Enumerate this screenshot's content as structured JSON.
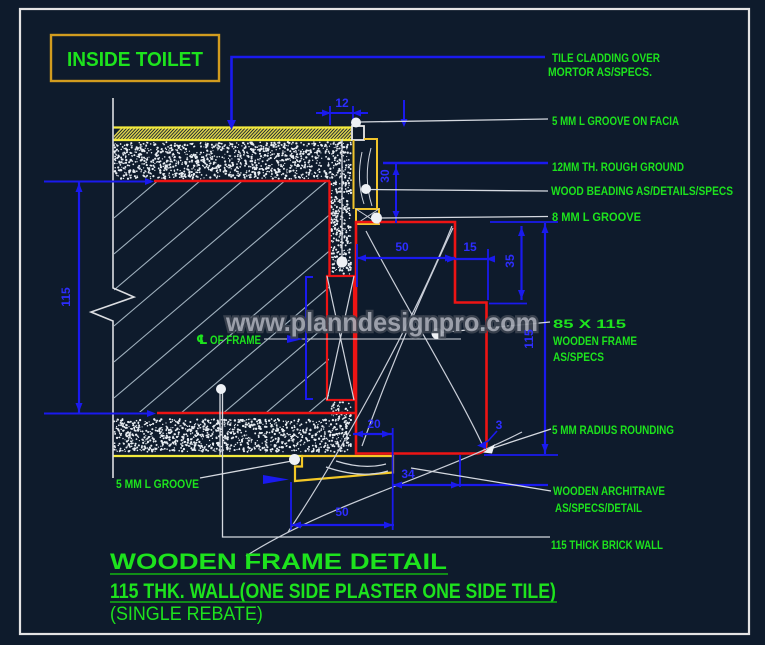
{
  "drawing": {
    "type": "cad-detail-drawing",
    "background_color": "#0e1b2c",
    "border_color": "#e4e4e4"
  },
  "colors": {
    "annotation_green": "#1de31d",
    "dimension_blue": "#1a1aee",
    "section_red": "#ee1414",
    "tile_yellow": "#f3ea3d",
    "wood_gold": "#f0c42c",
    "leader_white": "#d5d9e0"
  },
  "header_box": {
    "label": "INSIDE TOILET"
  },
  "watermark": {
    "text": "www.planndesignpro.com"
  },
  "annotations": {
    "tile_cladding_1": "TILE CLADDING OVER",
    "tile_cladding_2": "MORTOR AS/SPECS.",
    "groove_facia": "5 MM L GROOVE ON FACIA",
    "rough_ground": "12MM TH. ROUGH GROUND",
    "wood_beading": "WOOD BEADING AS/DETAILS/SPECS",
    "groove_8": "8 MM L GROOVE",
    "frame_size": "85 X 115",
    "frame_name": "WOODEN FRAME",
    "frame_spec": "AS/SPECS",
    "radius": "5 MM RADIUS ROUNDING",
    "architrave_1": "WOODEN ARCHITRAVE",
    "architrave_2": "AS/SPECS/DETAIL",
    "brick_wall": "115 THICK BRICK WALL",
    "groove_5": "5 MM L GROOVE",
    "centerline_symbol": "℄",
    "centerline_text": "OF FRAME"
  },
  "dimensions": {
    "tile_offset": "12",
    "beading_height": "30",
    "frame_top": "50",
    "rebate_depth": "15",
    "rebate_width": "35",
    "frame_width_right": "115",
    "wall_thickness_left": "115",
    "architrave_overlap": "20",
    "corner_gap": "3",
    "architrave_side": "34",
    "architrave_width": "50"
  },
  "title_block": {
    "line1": "WOODEN FRAME DETAIL",
    "line2": "115 THK. WALL(ONE SIDE PLASTER ONE SIDE TILE)",
    "line3": "(SINGLE REBATE)"
  }
}
